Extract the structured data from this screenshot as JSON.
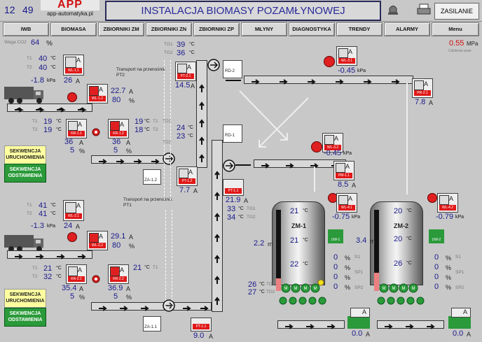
{
  "header": {
    "hour": "12",
    "minute": "49",
    "logo_text": "APP",
    "logo_url": "app-automatyka.pl",
    "title": "INSTALACJA BIOMASY POZAMŁYNOWEJ",
    "zasilanie_label": "ZASILANIE"
  },
  "nav": [
    "IWB",
    "BIOMASA",
    "ZBIORNIKI ZM",
    "ZBIORNIKI ZN",
    "ZBIORNIKI ZP",
    "MŁYNY",
    "DIAGNOSTYKA",
    "TRENDY",
    "ALARMY",
    "Menu"
  ],
  "top_left": {
    "label": "Waga CO2",
    "value": "64",
    "unit": "%"
  },
  "top_right": {
    "value": "0.55",
    "unit": "MPa",
    "label": "Ciśnienie powr."
  },
  "line1": {
    "t1_label": "T1",
    "t1": "40",
    "t2_label": "T2",
    "t2": "40",
    "unit_c": "°C",
    "pressure": "-1.8",
    "pressure_unit": "kPa",
    "box_val": "26",
    "box_unit": "A",
    "fan_power": "22.7",
    "fan_power_unit": "A",
    "fan_pct": "80",
    "pct": "%",
    "t3": "19",
    "t4": "19",
    "t5": "19",
    "t6": "18",
    "t_right_lbl1": "T1",
    "t_right_lbl2": "T2",
    "screw1": "36",
    "screw2": "5",
    "screw1_u": "A",
    "screw2_u": "%"
  },
  "line2": {
    "t1": "41",
    "t2": "41",
    "pressure": "-1.3",
    "pressure_unit": "kPa",
    "box_val": "24",
    "box_unit": "A",
    "fan_power": "29.1",
    "fan_power_unit": "A",
    "fan_pct": "80",
    "pct": "%",
    "t3": "21",
    "t4": "32",
    "t5": "21",
    "t_right_lbl": "T1",
    "screw1": "35.4",
    "screw2": "36.9",
    "screw3": "5",
    "screw4": "5",
    "u_a": "A",
    "u_pct": "%"
  },
  "seq": {
    "start": "SEKWENCJA URUCHOMIENIA",
    "stop": "SEKWENCJA ODSTAWIENIA"
  },
  "transport": {
    "pt2": "Transport na przenośnik PT2",
    "pt1": "Transport na przenośnik PT1",
    "tg1_lbl": "TG1",
    "tg1": "39",
    "tg2_lbl": "TG2",
    "tg2": "36",
    "elev_a": "14.5",
    "elev_a_u": "A",
    "td1_lbl": "TD1",
    "td1": "24",
    "td2_lbl": "TD2",
    "td2": "23",
    "za12": "ZA-1.2",
    "za11": "ZA-1.1",
    "za_a": "7.7",
    "za_a_u": "A",
    "bottom_a": "9.0",
    "bottom_a_u": "A",
    "rd1": "RD-1",
    "rd2": "RD-2"
  },
  "mid": {
    "elev_power": "21.9",
    "elev_power_u": "A",
    "tg1_lbl": "TG1",
    "tg1": "33",
    "tg2_lbl": "TG2",
    "tg2": "34",
    "fan_top": "-0.45",
    "fan_top_u": "kPa",
    "fan_mid": "-0.45",
    "fan_mid_u": "kPa",
    "pr_a": "7.8",
    "pr_a_u": "A",
    "pm_a": "8.5",
    "pm_a_u": "A"
  },
  "zm1": {
    "label": "ZM-1",
    "level": "2.2",
    "level_u": "m",
    "t1": "21",
    "t2": "21",
    "t3": "22",
    "t4": "26",
    "t5": "27",
    "td1_lbl": "TD1",
    "td2_lbl": "TD2",
    "pressure": "-0.75",
    "pressure_u": "kPa",
    "pcts": [
      "0",
      "0",
      "0",
      "0"
    ],
    "pct": "%",
    "sp_lbls": [
      "S1",
      "SP1",
      "SP2"
    ],
    "bottom": "0.0",
    "bottom_u": "A",
    "uw": "UW-1"
  },
  "zm2": {
    "label": "ZM-2",
    "level": "3.4",
    "level_u": "m",
    "t1": "20",
    "t2": "20",
    "t3": "26",
    "pressure": "-0.79",
    "pressure_u": "kPa",
    "pcts": [
      "0",
      "0",
      "0",
      "0"
    ],
    "pct": "%",
    "sp_lbls": [
      "S1",
      "SP1",
      "SP2"
    ],
    "bottom": "0.0",
    "bottom_u": "A",
    "uw": "UW-2"
  }
}
